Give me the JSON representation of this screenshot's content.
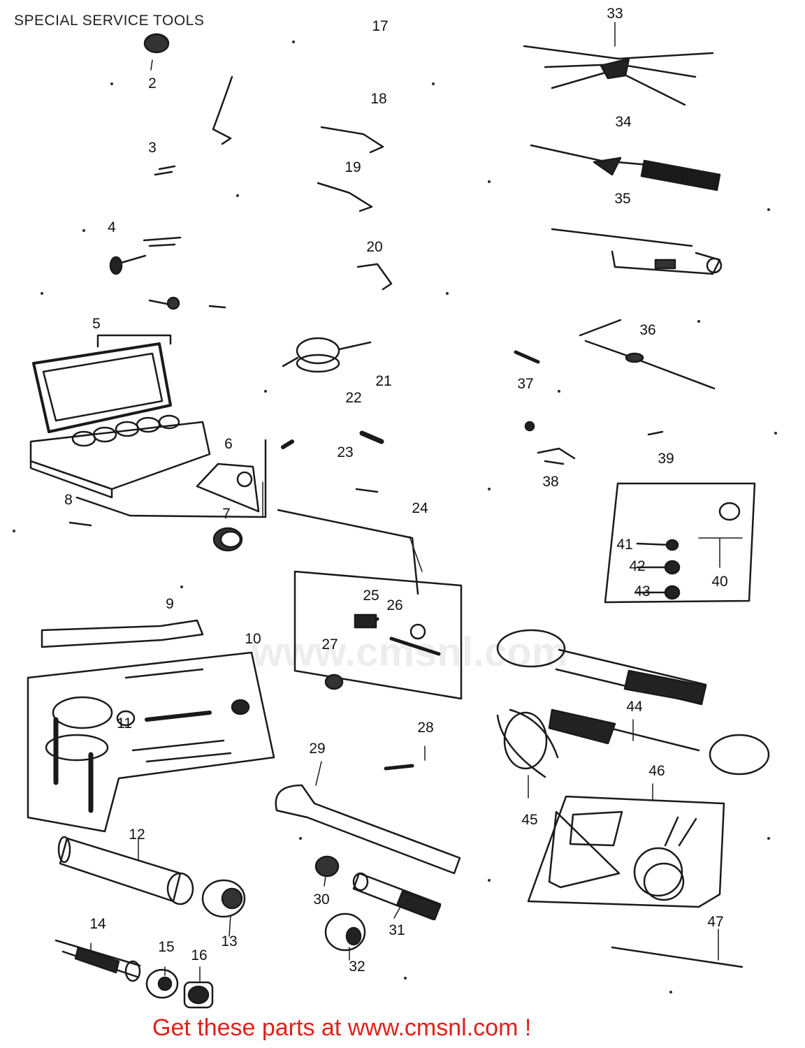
{
  "title": "SPECIAL SERVICE TOOLS",
  "footer": "Get these parts at www.cmsnl.com !",
  "watermark": "www.cmsnl.com",
  "colors": {
    "ink": "#111111",
    "footer": "#e0201a",
    "paper": "#ffffff"
  },
  "callouts": [
    {
      "id": "2",
      "label": "2"
    },
    {
      "id": "3",
      "label": "3"
    },
    {
      "id": "4",
      "label": "4"
    },
    {
      "id": "5",
      "label": "5"
    },
    {
      "id": "6",
      "label": "6"
    },
    {
      "id": "7",
      "label": "7"
    },
    {
      "id": "8",
      "label": "8"
    },
    {
      "id": "9",
      "label": "9"
    },
    {
      "id": "10",
      "label": "10"
    },
    {
      "id": "11",
      "label": "11"
    },
    {
      "id": "12",
      "label": "12"
    },
    {
      "id": "13",
      "label": "13"
    },
    {
      "id": "14",
      "label": "14"
    },
    {
      "id": "15",
      "label": "15"
    },
    {
      "id": "16",
      "label": "16"
    },
    {
      "id": "17",
      "label": "17"
    },
    {
      "id": "18",
      "label": "18"
    },
    {
      "id": "19",
      "label": "19"
    },
    {
      "id": "20",
      "label": "20"
    },
    {
      "id": "21",
      "label": "21"
    },
    {
      "id": "22",
      "label": "22"
    },
    {
      "id": "23",
      "label": "23"
    },
    {
      "id": "24",
      "label": "24"
    },
    {
      "id": "25",
      "label": "25"
    },
    {
      "id": "26",
      "label": "26"
    },
    {
      "id": "27",
      "label": "27"
    },
    {
      "id": "28",
      "label": "28"
    },
    {
      "id": "29",
      "label": "29"
    },
    {
      "id": "30",
      "label": "30"
    },
    {
      "id": "31",
      "label": "31"
    },
    {
      "id": "32",
      "label": "32"
    },
    {
      "id": "33",
      "label": "33"
    },
    {
      "id": "34",
      "label": "34"
    },
    {
      "id": "35",
      "label": "35"
    },
    {
      "id": "36",
      "label": "36"
    },
    {
      "id": "37",
      "label": "37"
    },
    {
      "id": "38",
      "label": "38"
    },
    {
      "id": "39",
      "label": "39"
    },
    {
      "id": "40",
      "label": "40"
    },
    {
      "id": "41",
      "label": "41"
    },
    {
      "id": "42",
      "label": "42"
    },
    {
      "id": "43",
      "label": "43"
    },
    {
      "id": "44",
      "label": "44"
    },
    {
      "id": "45",
      "label": "45"
    },
    {
      "id": "46",
      "label": "46"
    },
    {
      "id": "47",
      "label": "47"
    }
  ]
}
